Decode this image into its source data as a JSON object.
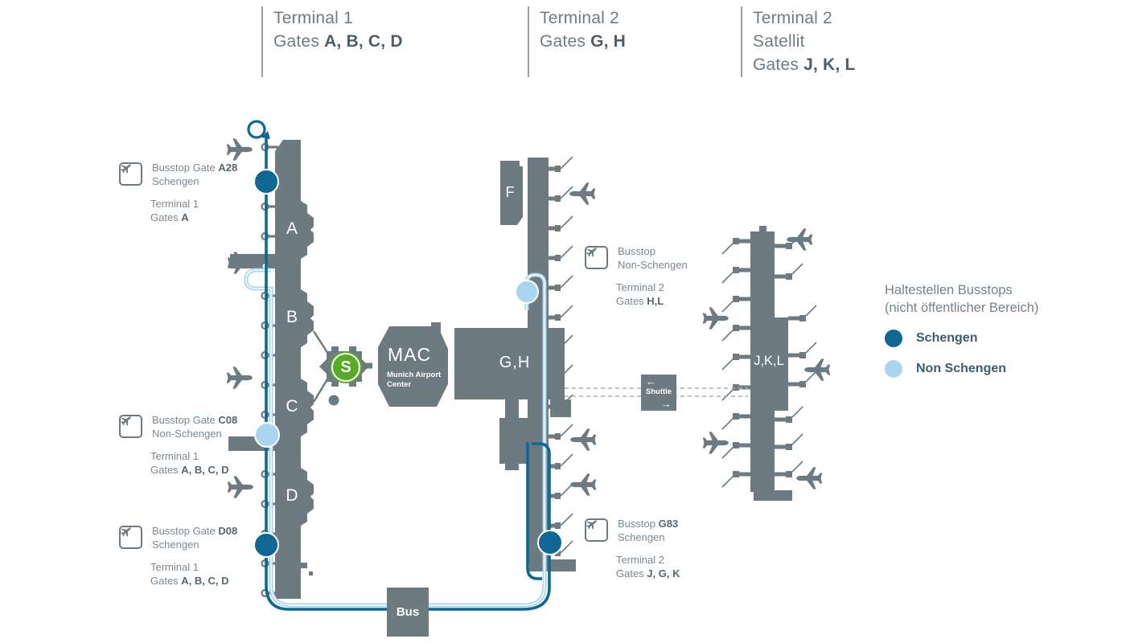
{
  "colors": {
    "building_gray": "#6d7a82",
    "schengen_blue": "#0f6794",
    "non_schengen_blue": "#a9d5f0",
    "sbahn_green": "#57ab27",
    "dash_gray": "#a7b0b6",
    "text_gray": "#7c8891",
    "text_dark": "#57666f"
  },
  "headers": [
    {
      "line1": "Terminal 1",
      "gates_prefix": "Gates ",
      "gates_bold": "A, B, C, D"
    },
    {
      "line1": "Terminal 2",
      "gates_prefix": "Gates ",
      "gates_bold": "G, H"
    },
    {
      "line1": "Terminal 2",
      "line2": "Satellit",
      "gates_prefix": "Gates ",
      "gates_bold": "J, K, L"
    }
  ],
  "busstops": [
    {
      "prefix": "Busstop Gate ",
      "code": "A28",
      "zone": "Schengen",
      "terminal": "Terminal 1",
      "gates_prefix": "Gates ",
      "gates_bold": "A"
    },
    {
      "prefix": "Busstop Gate ",
      "code": "C08",
      "zone": "Non-Schengen",
      "terminal": "Terminal 1",
      "gates_prefix": "Gates ",
      "gates_bold": "A, B, C, D"
    },
    {
      "prefix": "Busstop Gate ",
      "code": "D08",
      "zone": "Schengen",
      "terminal": "Terminal 1",
      "gates_prefix": "Gates ",
      "gates_bold": "A, B, C, D"
    },
    {
      "prefix": "Busstop",
      "code": "",
      "zone": "Non-Schengen",
      "terminal": "Terminal 2",
      "gates_prefix": "Gates ",
      "gates_bold": "H,L"
    },
    {
      "prefix": "Busstop ",
      "code": "G83",
      "zone": "Schengen",
      "terminal": "Terminal 2",
      "gates_prefix": "Gates ",
      "gates_bold": "J, G, K"
    }
  ],
  "legend": {
    "title_line1": "Haltestellen Busstops",
    "title_line2": "(nicht öffentlicher Bereich)",
    "items": [
      {
        "label": "Schengen"
      },
      {
        "label": "Non Schengen"
      }
    ]
  },
  "map": {
    "terminal1_gates": [
      "A",
      "B",
      "C",
      "D"
    ],
    "f_label": "F",
    "gh_label": "G,H",
    "jkl_label": "J,K,L",
    "mac_title": "MAC",
    "mac_subtitle": "Munich Airport Center",
    "sbahn_label": "S",
    "bus_label": "Bus",
    "shuttle_label": "Shuttle",
    "shuttle_arrow_left": "←",
    "shuttle_arrow_right": "→"
  }
}
